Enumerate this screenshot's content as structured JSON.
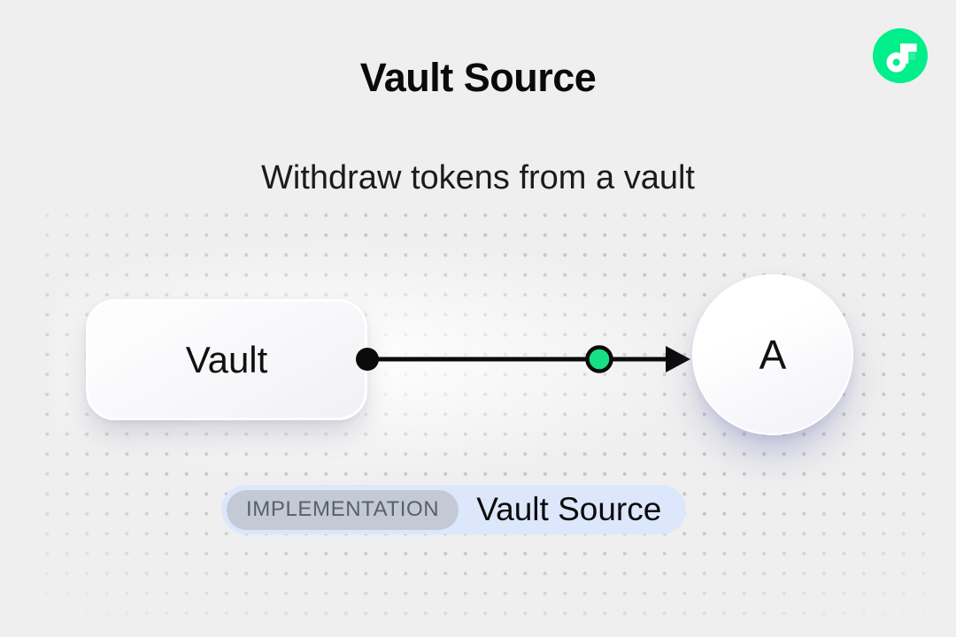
{
  "page": {
    "title": "Vault Source",
    "subtitle": "Withdraw tokens from a vault",
    "background_color": "#efefef",
    "dot_color": "#c6c6c9"
  },
  "logo": {
    "name": "Flow",
    "brand_color": "#00EF8B"
  },
  "diagram": {
    "vault_node": {
      "label": "Vault"
    },
    "account_node": {
      "label": "A"
    },
    "connector": {
      "token_dot_color": "#15E184",
      "line_color": "#0b0b0b"
    }
  },
  "badge": {
    "tag": "IMPLEMENTATION",
    "label": "Vault Source",
    "container_color": "#dce7fb",
    "tag_color": "#c3cad6",
    "tag_text_color": "#596069"
  }
}
